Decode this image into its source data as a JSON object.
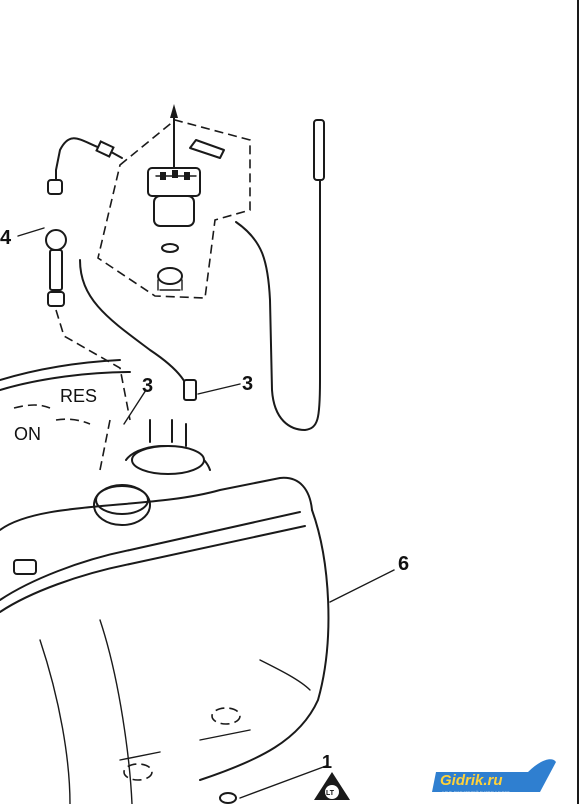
{
  "labels": {
    "res": "RES",
    "on": "ON",
    "callout_3a": "3",
    "callout_3b": "3",
    "callout_4": "4",
    "callout_6": "6",
    "callout_1": "1",
    "lt_mark": "LT"
  },
  "logo": {
    "text": "Gidrik.ru",
    "tagline": "КЛУБ ЛЮБИТЕЛЕЙ ГИДРОЦИКЛОВ",
    "color_bg": "#2f7fd0",
    "color_text": "#ffd23a"
  }
}
